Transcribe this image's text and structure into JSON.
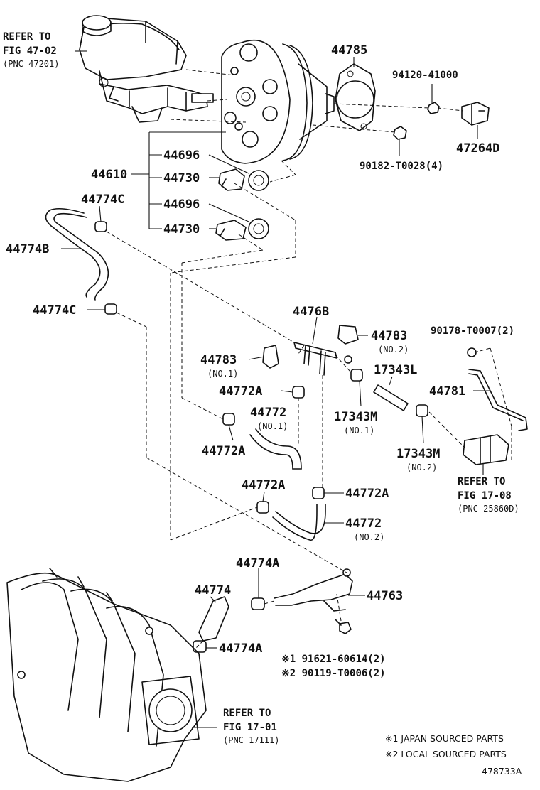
{
  "labels": {
    "ref_47_02": [
      "REFER TO",
      "FIG 47-02",
      "(PNC 47201)"
    ],
    "p44785": "44785",
    "p94120": "94120-41000",
    "p47264d": "47264D",
    "p90182": "90182-T0028(4)",
    "p44610": "44610",
    "p44696_a": "44696",
    "p44730_a": "44730",
    "p44696_b": "44696",
    "p44730_b": "44730",
    "p44774c_top": "44774C",
    "p44774b": "44774B",
    "p44774c_bot": "44774C",
    "p4476b": "4476B",
    "p44783_no2": "44783",
    "p44783_no2_sub": "(NO.2)",
    "p90178": "90178-T0007(2)",
    "p44783_no1": "44783",
    "p44783_no1_sub": "(NO.1)",
    "p17343l": "17343L",
    "p44781": "44781",
    "p44772a_1": "44772A",
    "p44772_no1": "44772",
    "p44772_no1_sub": "(NO.1)",
    "p17343m_no1": "17343M",
    "p17343m_no1_sub": "(NO.1)",
    "p44772a_2": "44772A",
    "p17343m_no2": "17343M",
    "p17343m_no2_sub": "(NO.2)",
    "ref_17_08": [
      "REFER TO",
      "FIG 17-08",
      "(PNC 25860D)"
    ],
    "p44772a_3": "44772A",
    "p44772a_4": "44772A",
    "p44772_no2": "44772",
    "p44772_no2_sub": "(NO.2)",
    "p44774a_top": "44774A",
    "p44774": "44774",
    "p44763": "44763",
    "p44774a_bot": "44774A",
    "p91621": "※1  91621-60614(2)",
    "p90119": "※2  90119-T0006(2)",
    "ref_17_01": [
      "REFER TO",
      "FIG 17-01",
      "(PNC 17111)"
    ],
    "note_japan": "※1 JAPAN SOURCED PARTS",
    "note_local": "※2 LOCAL SOURCED PARTS",
    "illustration_id": "478733A"
  }
}
